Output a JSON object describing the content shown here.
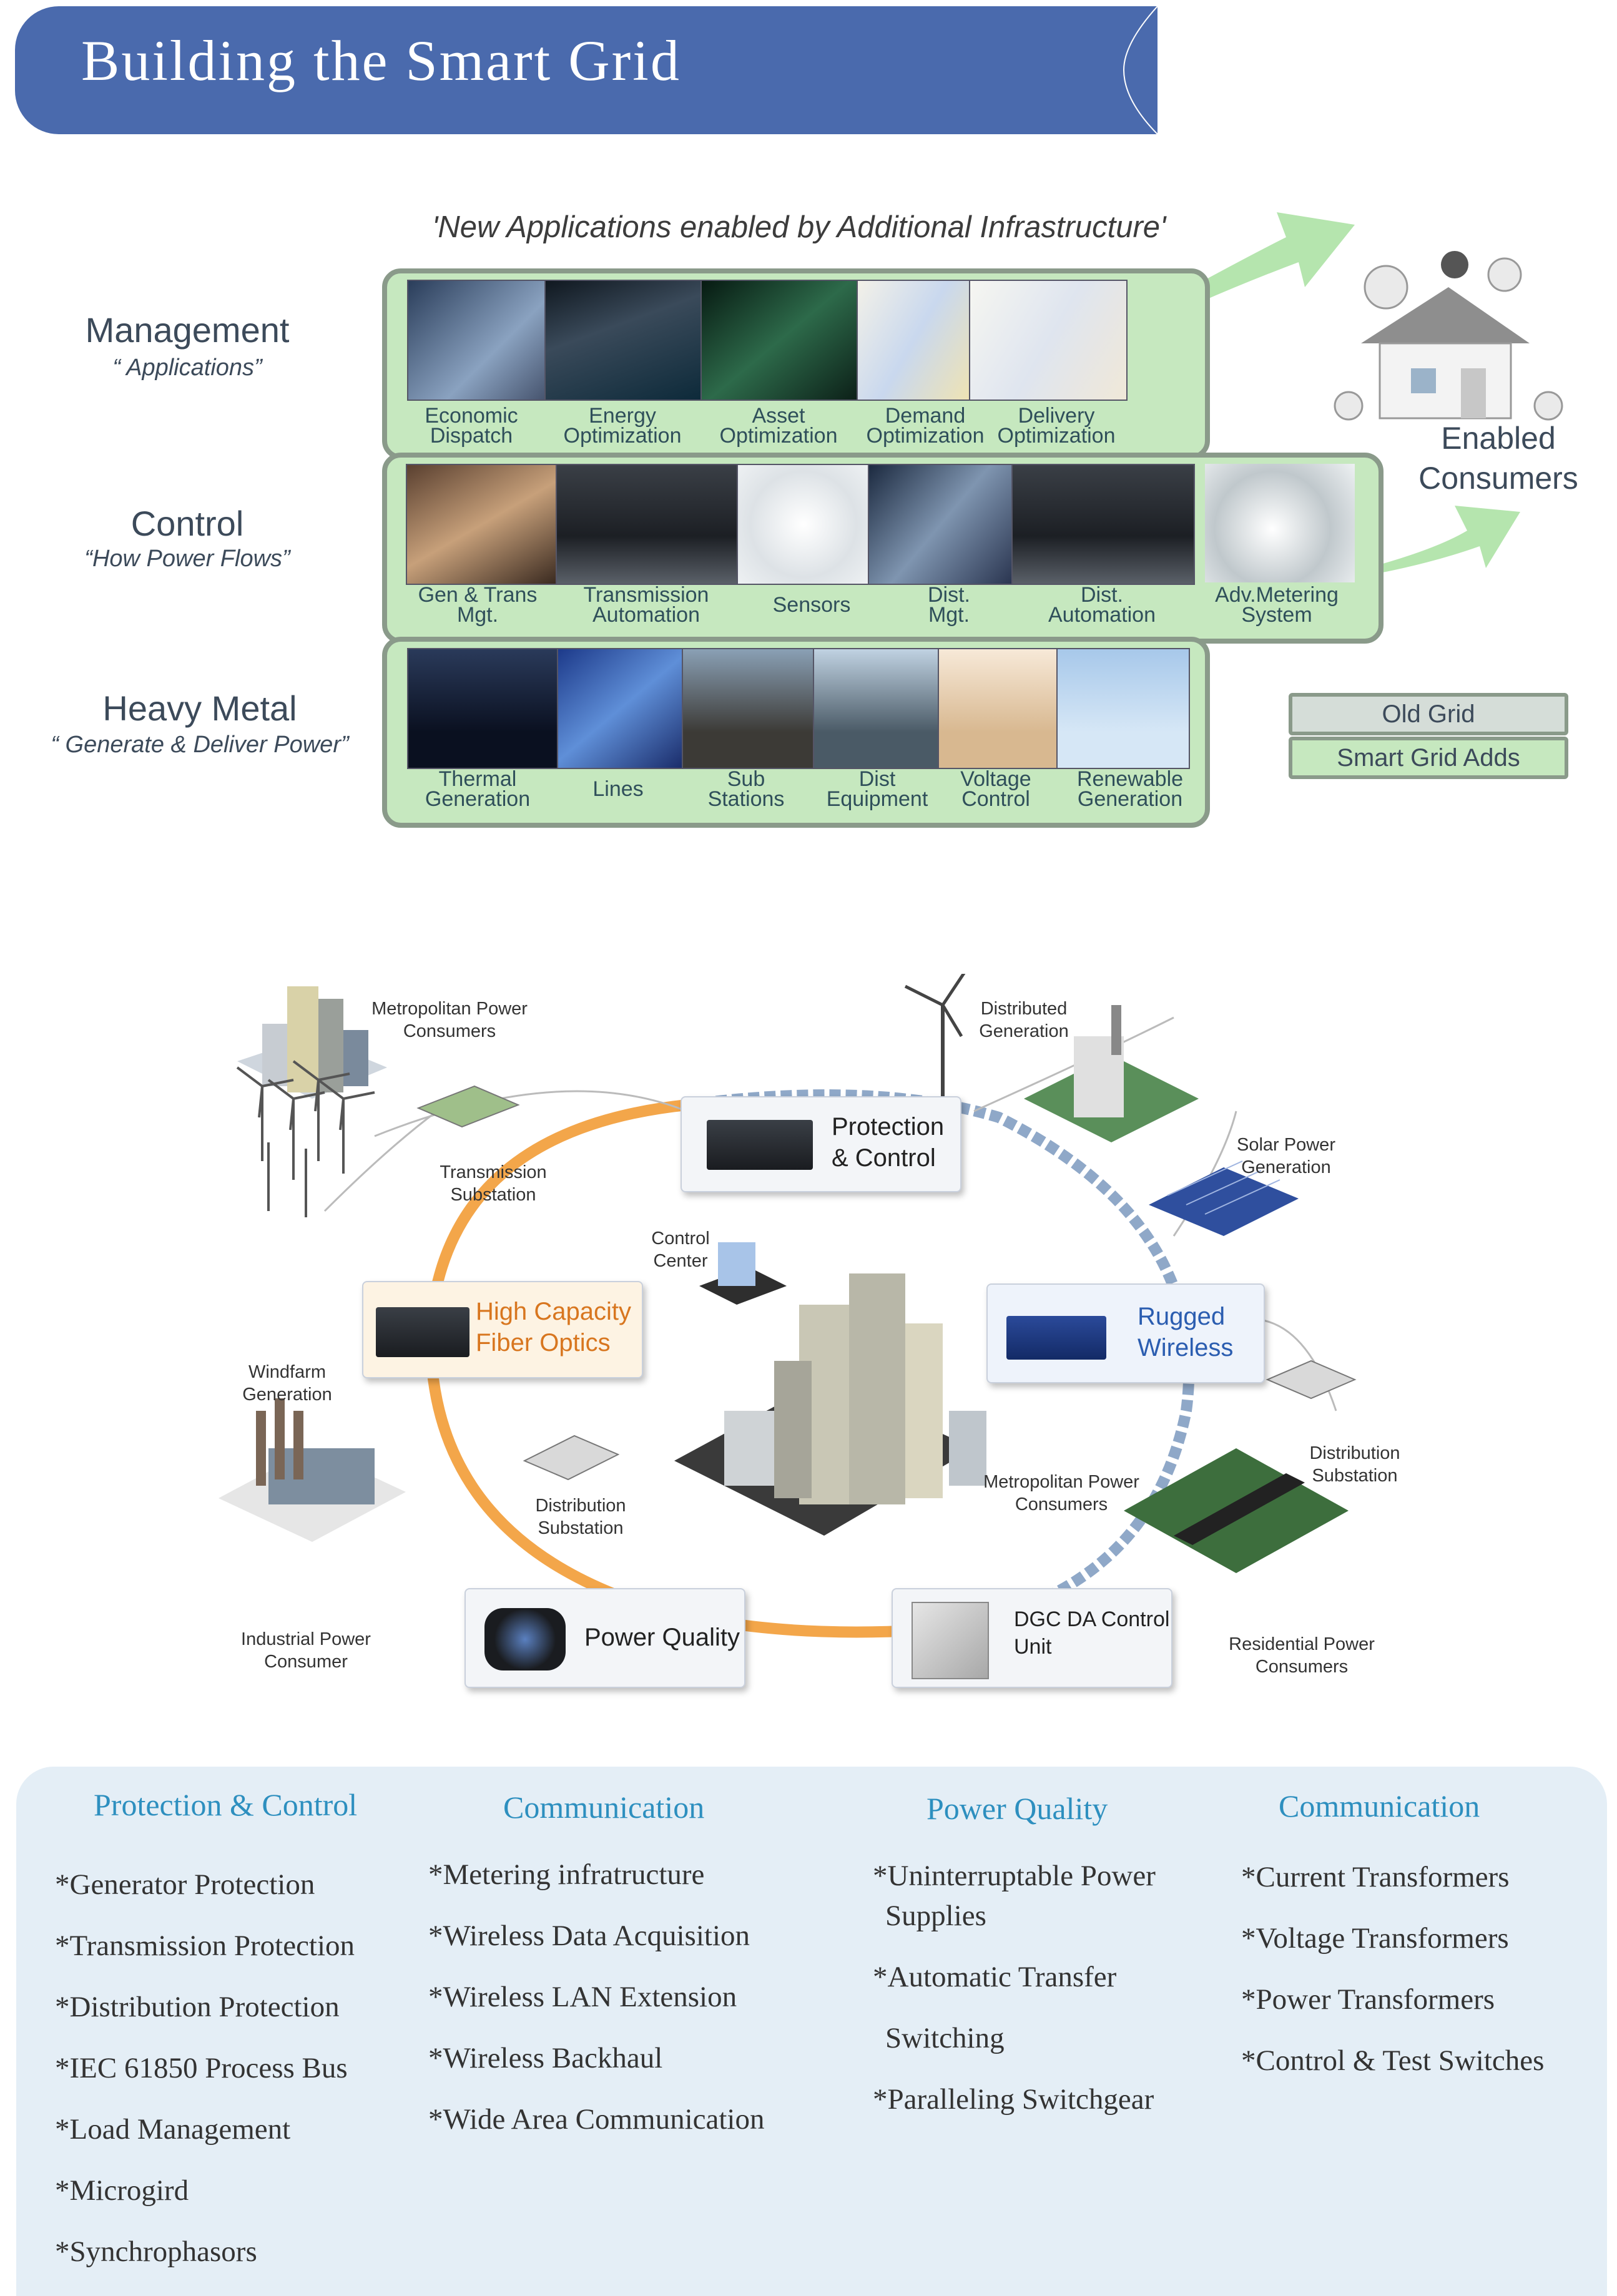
{
  "header": {
    "title": "Building the Smart Grid"
  },
  "smart_grid_layers": {
    "title": "'New Applications enabled by Additional Infrastructure'",
    "layers": [
      {
        "name": "Management",
        "subtitle": "“ Applications”",
        "items": [
          "Economic Dispatch",
          "Energy Optimization",
          "Asset Optimization",
          "Demand Optimization",
          "Delivery Optimization"
        ]
      },
      {
        "name": "Control",
        "subtitle": "“How Power Flows”",
        "items": [
          "Gen & Trans Mgt.",
          "Transmission Automation",
          "Sensors",
          "Dist. Mgt.",
          "Dist. Automation",
          "Adv.Metering System"
        ]
      },
      {
        "name": "Heavy Metal",
        "subtitle": "“ Generate & Deliver Power”",
        "items": [
          "Thermal Generation",
          "Lines",
          "Sub Stations",
          "Dist Equipment",
          "Voltage Control",
          "Renewable Generation"
        ]
      }
    ],
    "enabled_consumers": "Enabled Consumers",
    "legend": {
      "old_grid": "Old Grid",
      "smart_grid_adds": "Smart Grid Adds"
    },
    "colors": {
      "band": "#c6e8bf",
      "legend_old": "#cfd8d2",
      "arrow": "#a8e0a0"
    }
  },
  "network_diagram": {
    "nodes": {
      "metro_top": "Metropolitan Power Consumers",
      "transmission_sub": "Transmission Substation",
      "windfarm": "Windfarm Generation",
      "industrial": "Industrial Power Consumer",
      "control_center": "Control Center",
      "dist_sub_left": "Distribution Substation",
      "metro_center": "Metropolitan Power Consumers",
      "distributed_gen": "Distributed Generation",
      "solar": "Solar Power Generation",
      "dist_sub_right": "Distribution Substation",
      "residential": "Residential Power Consumers"
    },
    "callouts": {
      "protection": "Protection & Control",
      "fiber": "High Capacity Fiber Optics",
      "wireless": "Rugged Wireless",
      "power_quality": "Power Quality",
      "dgc": "DGC DA Control Unit"
    }
  },
  "columns": [
    {
      "heading": "Protection & Control",
      "items": [
        "*Generator Protection",
        "*Transmission Protection",
        "*Distribution Protection",
        "*IEC 61850 Process Bus",
        "*Load Management",
        "*Microgird",
        "*Synchrophasors"
      ]
    },
    {
      "heading": "Communication",
      "items": [
        "*Metering  infratructure",
        "*Wireless Data Acquisition",
        "*Wireless LAN Extension",
        "*Wireless Backhaul",
        "*Wide Area Communication"
      ]
    },
    {
      "heading": "Power Quality",
      "items": [
        "*Uninterruptable Power",
        "Supplies",
        "*Automatic Transfer",
        "Switching",
        "*Paralleling Switchgear"
      ]
    },
    {
      "heading": "Communication",
      "items": [
        "*Current Transformers",
        "*Voltage Transformers",
        "*Power Transformers",
        "*Control & Test Switches"
      ]
    }
  ]
}
